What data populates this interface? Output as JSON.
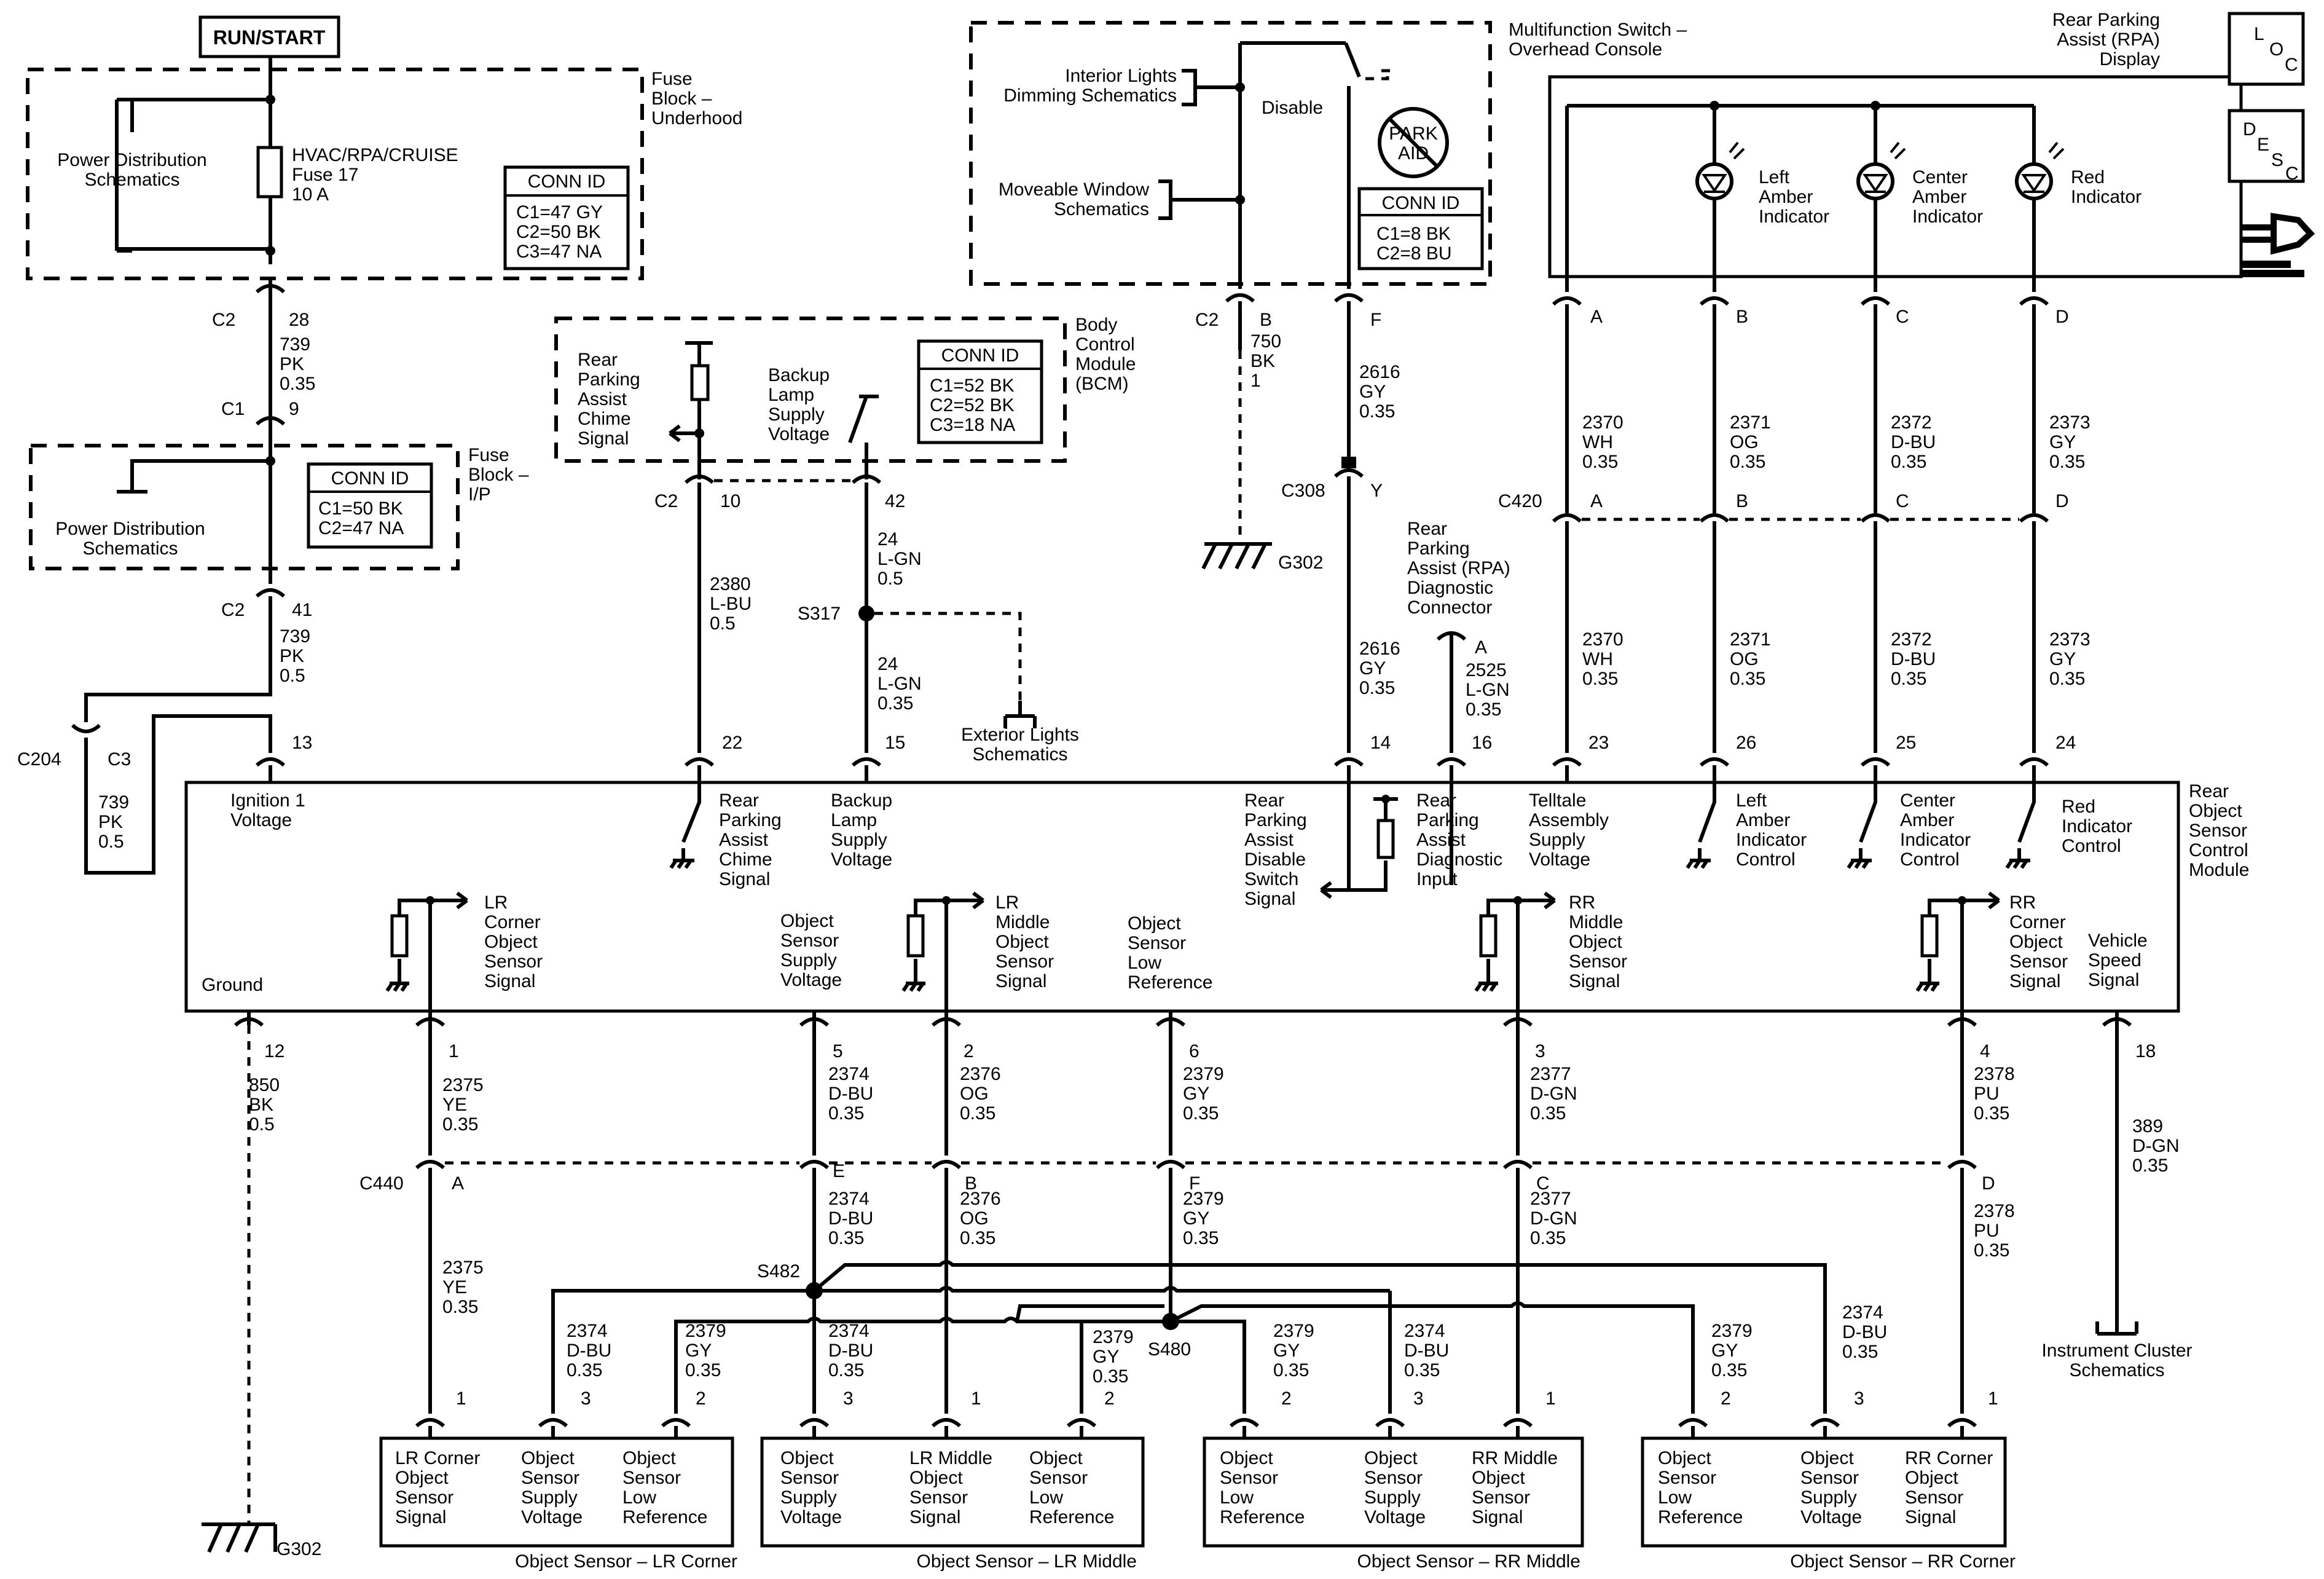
{
  "top": {
    "run_start": "RUN/START",
    "multifunction_switch_title": [
      "Multifunction Switch –",
      "Overhead Console"
    ],
    "rpa_display_title": [
      "Rear Parking",
      "Assist (RPA)",
      "Display"
    ],
    "nav_loc": [
      "L",
      "O",
      "C"
    ],
    "nav_desc": [
      "D",
      "E",
      "S",
      "C"
    ]
  },
  "fuse_block_underhood": {
    "title": [
      "Fuse",
      "Block –",
      "Underhood"
    ],
    "pds": [
      "Power Distribution",
      "Schematics"
    ],
    "fuse": [
      "HVAC/RPA/CRUISE",
      "Fuse 17",
      "10 A"
    ],
    "conn_id_title": "CONN ID",
    "conn_ids": [
      "C1=47 GY",
      "C2=50 BK",
      "C3=47 NA"
    ]
  },
  "fuse_block_ip": {
    "title": [
      "Fuse",
      "Block –",
      "I/P"
    ],
    "pds": [
      "Power Distribution",
      "Schematics"
    ],
    "conn_id_title": "CONN ID",
    "conn_ids": [
      "C1=50 BK",
      "C2=47 NA"
    ]
  },
  "bcm": {
    "title": [
      "Body",
      "Control",
      "Module",
      "(BCM)"
    ],
    "chime": [
      "Rear",
      "Parking",
      "Assist",
      "Chime",
      "Signal"
    ],
    "backup": [
      "Backup",
      "Lamp",
      "Supply",
      "Voltage"
    ],
    "conn_id_title": "CONN ID",
    "conn_ids": [
      "C1=52 BK",
      "C2=52 BK",
      "C3=18 NA"
    ]
  },
  "mfs": {
    "interior": [
      "Interior Lights",
      "Dimming Schematics"
    ],
    "window": [
      "Moveable Window",
      "Schematics"
    ],
    "disable": "Disable",
    "park_aid": [
      "PARK",
      "AID"
    ],
    "conn_id_title": "CONN ID",
    "conn_ids": [
      "C1=8 BK",
      "C2=8 BU"
    ]
  },
  "rpa_display": {
    "indicators": [
      [
        "Left",
        "Amber",
        "Indicator"
      ],
      [
        "Center",
        "Amber",
        "Indicator"
      ],
      [
        "Red",
        "Indicator"
      ]
    ]
  },
  "wires": {
    "c2_28": "C2",
    "pin28": "28",
    "w739a": [
      "739",
      "PK",
      "0.35"
    ],
    "c1_9": "C1",
    "pin9": "9",
    "c2_41": "C2",
    "pin41": "41",
    "w739b": [
      "739",
      "PK",
      "0.5"
    ],
    "c204": "C204",
    "c3": "C3",
    "w739c": [
      "739",
      "PK",
      "0.5"
    ],
    "bcm_c2": "C2",
    "pin10": "10",
    "pin42": "42",
    "w2380": [
      "2380",
      "L-BU",
      "0.5"
    ],
    "w24a": [
      "24",
      "L-GN",
      "0.5"
    ],
    "s317": "S317",
    "w24b": [
      "24",
      "L-GN",
      "0.35"
    ],
    "ext_lights": [
      "Exterior Lights",
      "Schematics"
    ],
    "mfs_c2": "C2",
    "pinB": "B",
    "pinF": "F",
    "w750": [
      "750",
      "BK",
      "1"
    ],
    "w2616a": [
      "2616",
      "GY",
      "0.35"
    ],
    "g302_top": "G302",
    "c308": "C308",
    "pinY": "Y",
    "w2616b": [
      "2616",
      "GY",
      "0.35"
    ],
    "diag_conn": [
      "Rear",
      "Parking",
      "Assist (RPA)",
      "Diagnostic",
      "Connector"
    ],
    "pinA_diag": "A",
    "w2525": [
      "2525",
      "L-GN",
      "0.35"
    ],
    "disp_pins": [
      "A",
      "B",
      "C",
      "D"
    ],
    "disp_wires": [
      [
        "2370",
        "WH",
        "0.35"
      ],
      [
        "2371",
        "OG",
        "0.35"
      ],
      [
        "2372",
        "D-BU",
        "0.35"
      ],
      [
        "2373",
        "GY",
        "0.35"
      ]
    ],
    "c420": "C420",
    "c420_pins": [
      "A",
      "B",
      "C",
      "D"
    ]
  },
  "rosm": {
    "title": [
      "Rear",
      "Object",
      "Sensor",
      "Control",
      "Module"
    ],
    "top_pins": [
      "13",
      "22",
      "15",
      "14",
      "16",
      "23",
      "26",
      "25",
      "24"
    ],
    "ignition": [
      "Ignition 1",
      "Voltage"
    ],
    "chime": [
      "Rear",
      "Parking",
      "Assist",
      "Chime",
      "Signal"
    ],
    "backup": [
      "Backup",
      "Lamp",
      "Supply",
      "Voltage"
    ],
    "disable_sw": [
      "Rear",
      "Parking",
      "Assist",
      "Disable",
      "Switch",
      "Signal"
    ],
    "diag_input": [
      "Rear",
      "Parking",
      "Assist",
      "Diagnostic",
      "Input"
    ],
    "telltale": [
      "Telltale",
      "Assembly",
      "Supply",
      "Voltage"
    ],
    "left_amber": [
      "Left",
      "Amber",
      "Indicator",
      "Control"
    ],
    "center_amber": [
      "Center",
      "Amber",
      "Indicator",
      "Control"
    ],
    "red_ind": [
      "Red",
      "Indicator",
      "Control"
    ],
    "lr_corner": [
      "LR",
      "Corner",
      "Object",
      "Sensor",
      "Signal"
    ],
    "os_supply": [
      "Object",
      "Sensor",
      "Supply",
      "Voltage"
    ],
    "lr_middle": [
      "LR",
      "Middle",
      "Object",
      "Sensor",
      "Signal"
    ],
    "os_low": [
      "Object",
      "Sensor",
      "Low",
      "Reference"
    ],
    "rr_middle": [
      "RR",
      "Middle",
      "Object",
      "Sensor",
      "Signal"
    ],
    "rr_corner": [
      "RR",
      "Corner",
      "Object",
      "Sensor",
      "Signal"
    ],
    "vss": [
      "Vehicle",
      "Speed",
      "Signal"
    ],
    "ground": "Ground",
    "bottom_pins": [
      "12",
      "1",
      "5",
      "2",
      "6",
      "3",
      "4",
      "18"
    ]
  },
  "lower": {
    "w850": [
      "850",
      "BK",
      "0.5"
    ],
    "w2375": [
      "2375",
      "YE",
      "0.35"
    ],
    "w2374": [
      "2374",
      "D-BU",
      "0.35"
    ],
    "w2376": [
      "2376",
      "OG",
      "0.35"
    ],
    "w2379": [
      "2379",
      "GY",
      "0.35"
    ],
    "w2377": [
      "2377",
      "D-GN",
      "0.35"
    ],
    "w2378": [
      "2378",
      "PU",
      "0.35"
    ],
    "w389": [
      "389",
      "D-GN",
      "0.35"
    ],
    "c440": "C440",
    "c440_pins": [
      "A",
      "E",
      "B",
      "F",
      "C",
      "D"
    ],
    "s482": "S482",
    "s480": "S480",
    "cluster": [
      "Instrument Cluster",
      "Schematics"
    ],
    "g302_bottom": "G302",
    "sensor_pins": [
      "1",
      "3",
      "2",
      "3",
      "1",
      "2",
      "2",
      "3",
      "1",
      "2",
      "3",
      "1"
    ]
  },
  "sensors": [
    {
      "title": "Object Sensor – LR Corner",
      "labels": [
        [
          "LR Corner",
          "Object",
          "Sensor",
          "Signal"
        ],
        [
          "Object",
          "Sensor",
          "Supply",
          "Voltage"
        ],
        [
          "Object",
          "Sensor",
          "Low",
          "Reference"
        ]
      ]
    },
    {
      "title": "Object Sensor – LR Middle",
      "labels": [
        [
          "Object",
          "Sensor",
          "Supply",
          "Voltage"
        ],
        [
          "LR Middle",
          "Object",
          "Sensor",
          "Signal"
        ],
        [
          "Object",
          "Sensor",
          "Low",
          "Reference"
        ]
      ]
    },
    {
      "title": "Object Sensor – RR Middle",
      "labels": [
        [
          "Object",
          "Sensor",
          "Low",
          "Reference"
        ],
        [
          "Object",
          "Sensor",
          "Supply",
          "Voltage"
        ],
        [
          "RR Middle",
          "Object",
          "Sensor",
          "Signal"
        ]
      ]
    },
    {
      "title": "Object Sensor – RR Corner",
      "labels": [
        [
          "Object",
          "Sensor",
          "Low",
          "Reference"
        ],
        [
          "Object",
          "Sensor",
          "Supply",
          "Voltage"
        ],
        [
          "RR Corner",
          "Object",
          "Sensor",
          "Signal"
        ]
      ]
    }
  ]
}
